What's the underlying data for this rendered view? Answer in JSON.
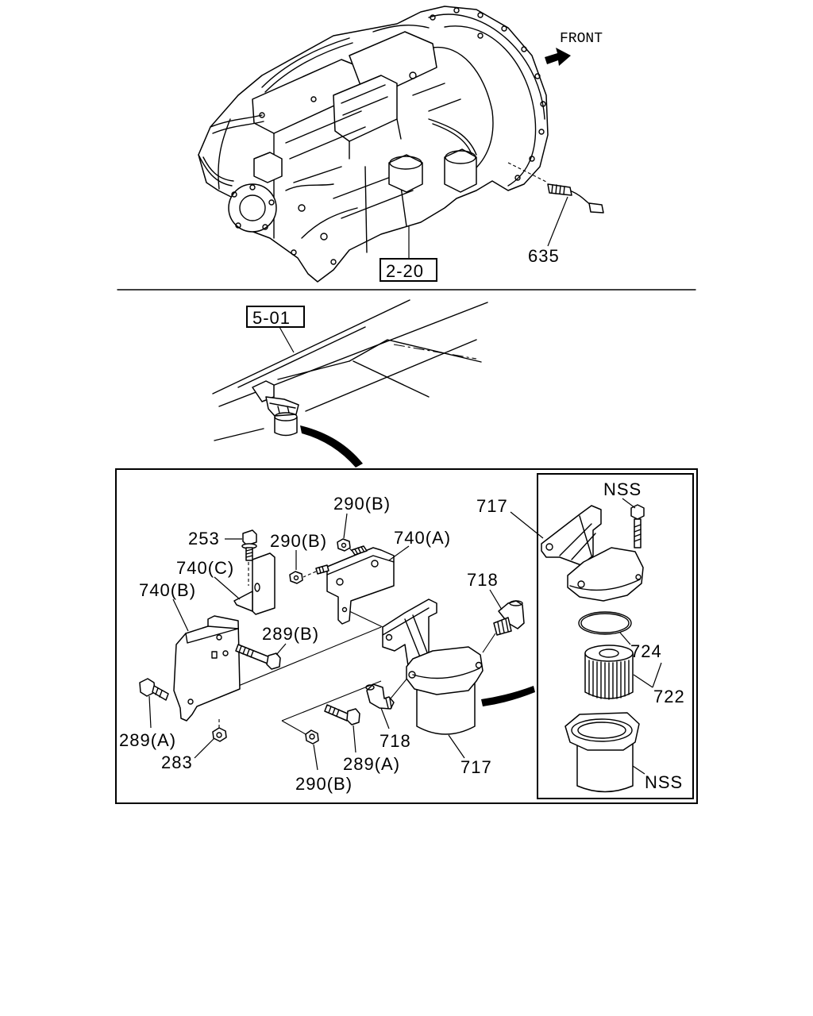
{
  "header": {
    "front_label": "FRONT"
  },
  "references": {
    "transmission_ref": "2-20",
    "frame_ref": "5-01"
  },
  "callouts": {
    "sensor": "635",
    "nut_290b_top": "290(B)",
    "nut_290b_mid": "290(B)",
    "nut_290b_bottom": "290(B)",
    "bolt_253": "253",
    "bracket_740a": "740(A)",
    "bracket_740b": "740(B)",
    "bracket_740c": "740(C)",
    "fitting_718_upper": "718",
    "fitting_718_lower": "718",
    "bolt_289b": "289(B)",
    "bolt_289a_left": "289(A)",
    "bolt_289a_bottom": "289(A)",
    "nut_283": "283",
    "filter_717_main": "717",
    "filter_717_detail": "717",
    "nss_bolt": "NSS",
    "nss_bowl": "NSS",
    "oring_724": "724",
    "element_722": "722"
  }
}
